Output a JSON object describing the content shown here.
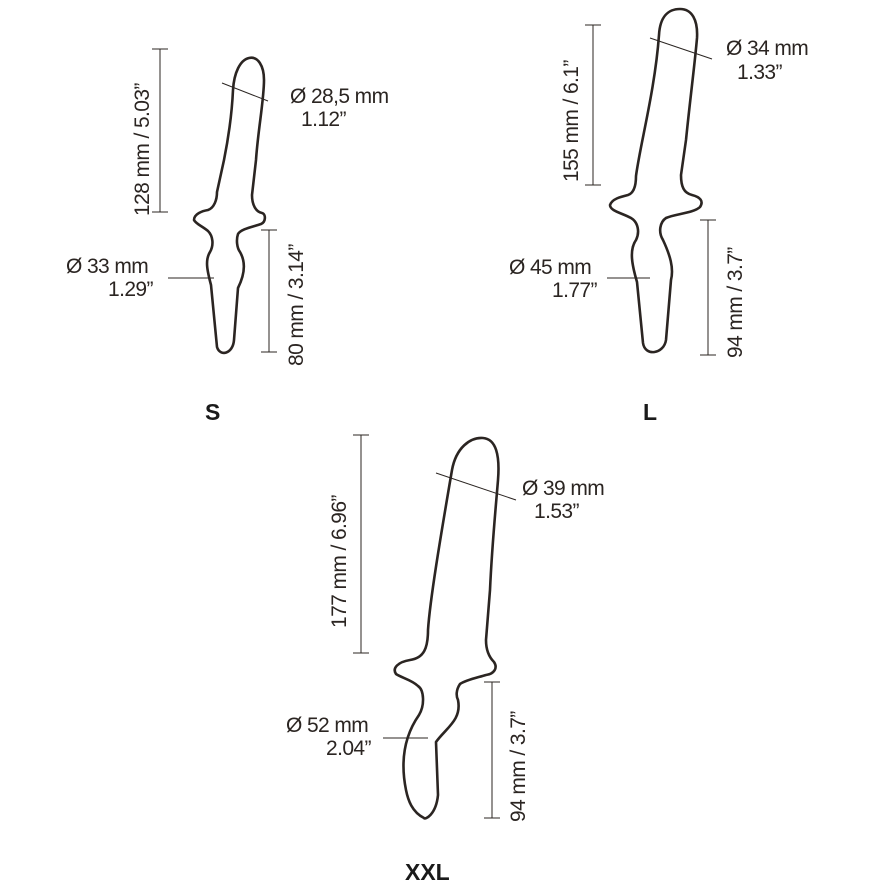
{
  "products": [
    {
      "size": "S",
      "shaft_length": "128 mm / 5.03”",
      "shaft_diameter_mm": "Ø 28,5 mm",
      "shaft_diameter_in": "1.12”",
      "plug_diameter_mm": "Ø 33 mm",
      "plug_diameter_in": "1.29”",
      "plug_length": "80 mm / 3.14”"
    },
    {
      "size": "L",
      "shaft_length": "155 mm / 6.1”",
      "shaft_diameter_mm": "Ø 34 mm",
      "shaft_diameter_in": "1.33”",
      "plug_diameter_mm": "Ø 45 mm",
      "plug_diameter_in": "1.77”",
      "plug_length": "94 mm / 3.7”"
    },
    {
      "size": "XXL",
      "shaft_length": "177 mm / 6.96”",
      "shaft_diameter_mm": "Ø 39 mm",
      "shaft_diameter_in": "1.53”",
      "plug_diameter_mm": "Ø 52 mm",
      "plug_diameter_in": "2.04”",
      "plug_length": "94 mm / 3.7”"
    }
  ]
}
